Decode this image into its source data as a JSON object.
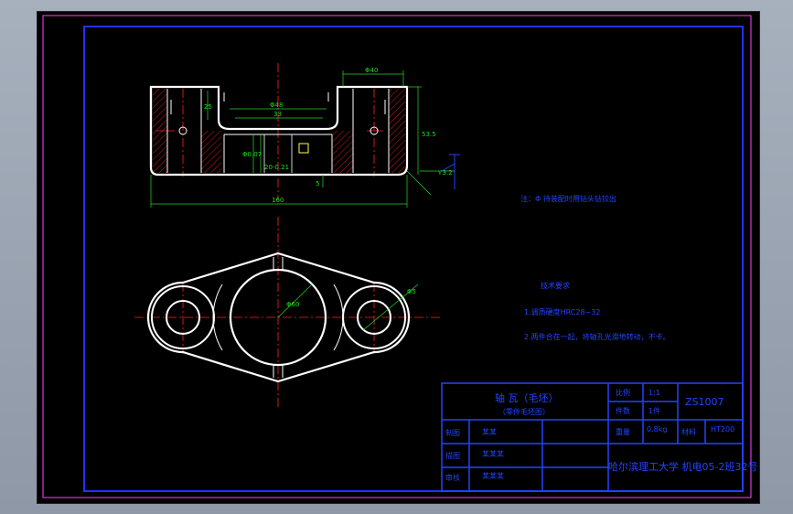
{
  "drawing": {
    "main_note": "注：Φ 待装配时用钻头钻铰出",
    "tech_req": {
      "title": "技术要求",
      "items": [
        "1.调质硬度HRC28~32",
        "2.两件合在一起，将轴孔光滑地转动，不卡。"
      ]
    },
    "dimensions": {
      "top_width": "Φ40",
      "inner_top": "Φ48",
      "inner_mid": "33",
      "left_top": "25",
      "height_right": "53.5",
      "total_width": "160",
      "small_1": "Φ0.07",
      "small_2": "20-0.21",
      "small_3": "5",
      "r_big": "Φ60",
      "r_small": "Φ5"
    },
    "surface_mark": "√3.2"
  },
  "title_block": {
    "part_name": "轴  瓦（毛坯）",
    "part_sub": "（零件毛坯图）",
    "scale_label": "比例",
    "scale_value": "1:1",
    "drawing_no": "ZS1007",
    "count_label": "件数",
    "count_value": "1件",
    "weight_label": "重量",
    "weight_value": "0.8kg",
    "material_label": "材料",
    "material_value": "HT200",
    "row1_label": "制图",
    "row1_value": "某某",
    "row2_label": "描图",
    "row2_value": "某某某",
    "row3_label": "审核",
    "row3_value": "某某某",
    "school": "哈尔滨理工大学 机电05-2班32号"
  }
}
